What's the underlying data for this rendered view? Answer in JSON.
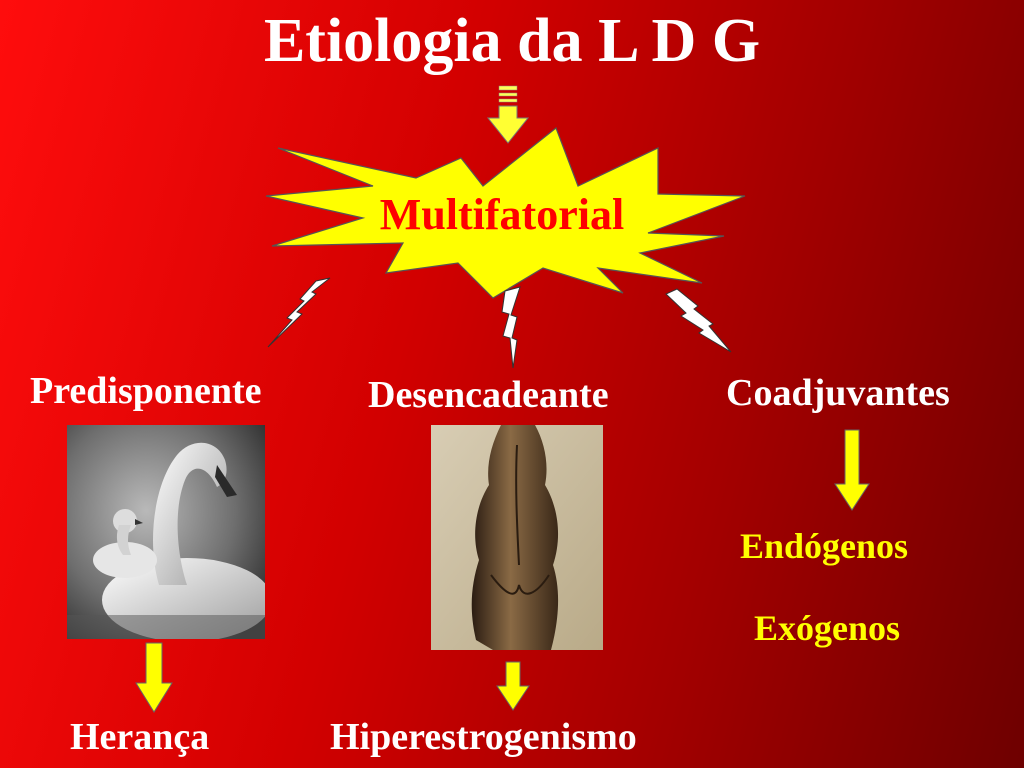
{
  "slide": {
    "title": "Etiologia da L D G",
    "center": "Multifatorial",
    "branches": {
      "left": {
        "label": "Predisponente",
        "result": "Herança"
      },
      "middle": {
        "label": "Desencadeante",
        "result": "Hiperestrogenismo"
      },
      "right": {
        "label": "Coadjuvantes",
        "results": [
          "Endógenos",
          "Exógenos"
        ]
      }
    }
  },
  "colors": {
    "background_start": "#ff0d0d",
    "background_end": "#6e0000",
    "title_text": "#ffffff",
    "highlight_text": "#ffff00",
    "starburst_fill": "#ffff00",
    "center_text": "#ff0000",
    "arrow_fill": "#ffff00"
  },
  "icons": [
    "down-arrow-icon",
    "starburst-icon",
    "lightning-bolt-icon"
  ]
}
